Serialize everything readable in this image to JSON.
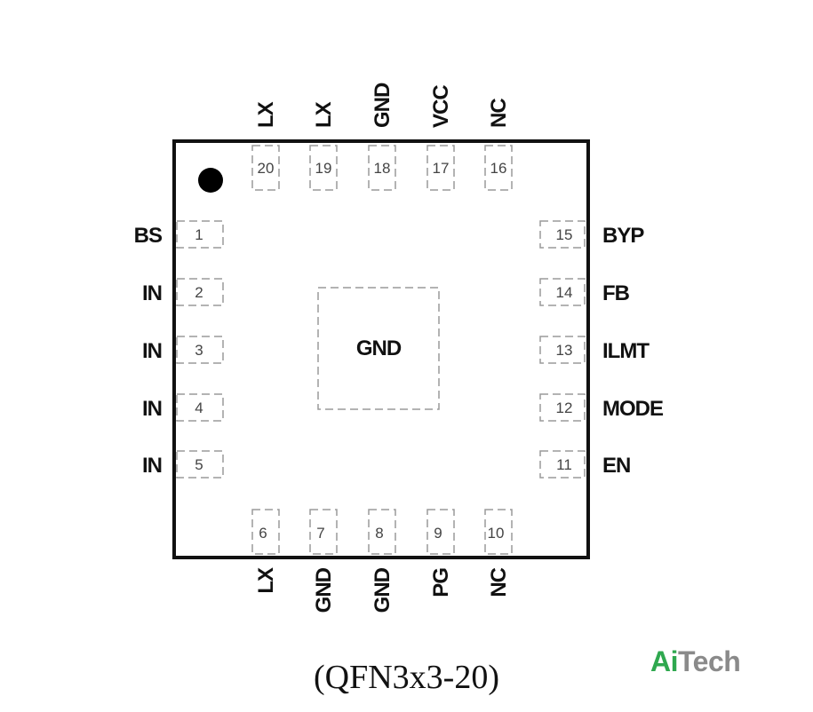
{
  "package_label": "(QFN3x3-20)",
  "exposed_pad": {
    "label": "GND"
  },
  "brand": {
    "ai": "Ai",
    "tech": "Tech",
    "ai_color": "#2fa84f",
    "tech_color": "#8a8a8a"
  },
  "pins": {
    "left": [
      {
        "num": "1",
        "name": "BS"
      },
      {
        "num": "2",
        "name": "IN"
      },
      {
        "num": "3",
        "name": "IN"
      },
      {
        "num": "4",
        "name": "IN"
      },
      {
        "num": "5",
        "name": "IN"
      }
    ],
    "bottom": [
      {
        "num": "6",
        "name": "LX"
      },
      {
        "num": "7",
        "name": "GND"
      },
      {
        "num": "8",
        "name": "GND"
      },
      {
        "num": "9",
        "name": "PG"
      },
      {
        "num": "10",
        "name": "NC"
      }
    ],
    "right": [
      {
        "num": "11",
        "name": "EN"
      },
      {
        "num": "12",
        "name": "MODE"
      },
      {
        "num": "13",
        "name": "ILMT"
      },
      {
        "num": "14",
        "name": "FB"
      },
      {
        "num": "15",
        "name": "BYP"
      }
    ],
    "top": [
      {
        "num": "16",
        "name": "NC"
      },
      {
        "num": "17",
        "name": "VCC"
      },
      {
        "num": "18",
        "name": "GND"
      },
      {
        "num": "19",
        "name": "LX"
      },
      {
        "num": "20",
        "name": "LX"
      }
    ]
  }
}
